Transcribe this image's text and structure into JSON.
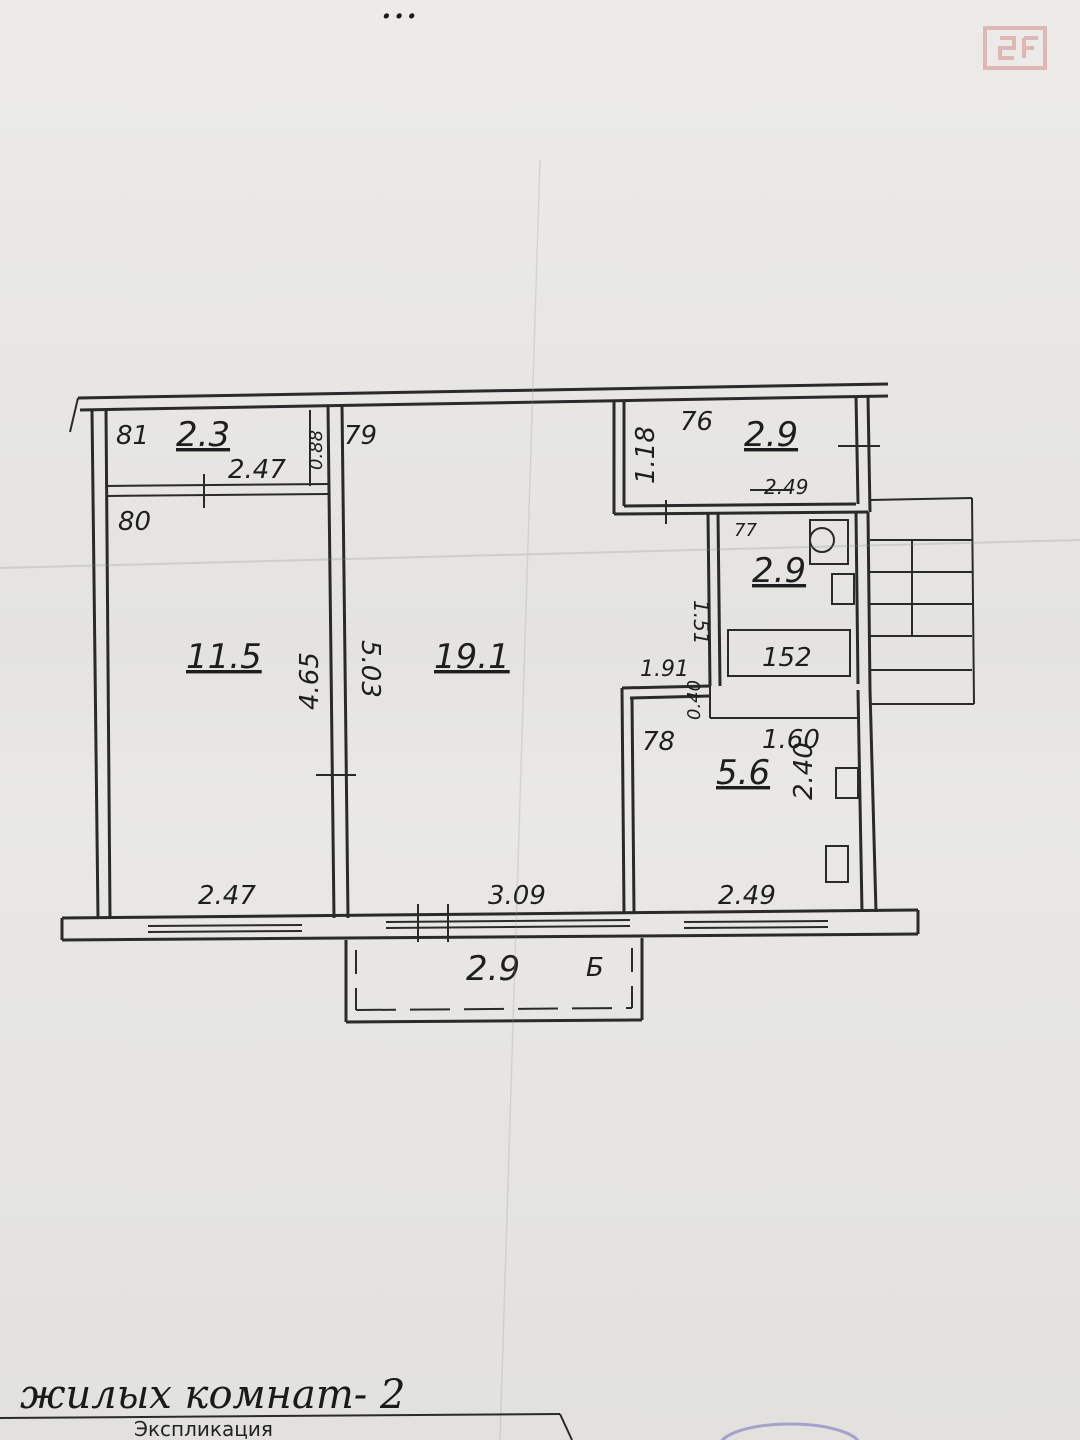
{
  "header": {
    "top_text": "..."
  },
  "rooms": [
    {
      "id": "closet",
      "area": "2.3"
    },
    {
      "id": "room-small",
      "area": "11.5"
    },
    {
      "id": "room-large",
      "area": "19.1"
    },
    {
      "id": "storage",
      "area": "2.9"
    },
    {
      "id": "bath",
      "area": "2.9"
    },
    {
      "id": "kitchen",
      "area": "5.6"
    },
    {
      "id": "balcony",
      "area": "2.9",
      "mark": "Б"
    }
  ],
  "dimensions": {
    "d81": "81",
    "d79": "79",
    "d80": "80",
    "d88": "0.88",
    "d247top": "2.47",
    "d465": "4.65",
    "d503": "5.03",
    "d118": "1.18",
    "d76": "76",
    "d249top": "2.49",
    "d77": "77",
    "d151": "1.51",
    "d152": "152",
    "d191": "1.91",
    "d78": "78",
    "d040": "0.40",
    "d160": "1.60",
    "d240": "2.40",
    "d247bottom": "2.47",
    "d309": "3.09",
    "d249bottom": "2.49"
  },
  "footer": {
    "handwritten": "жилых комнат- 2",
    "explication_label": "Экспликация"
  }
}
